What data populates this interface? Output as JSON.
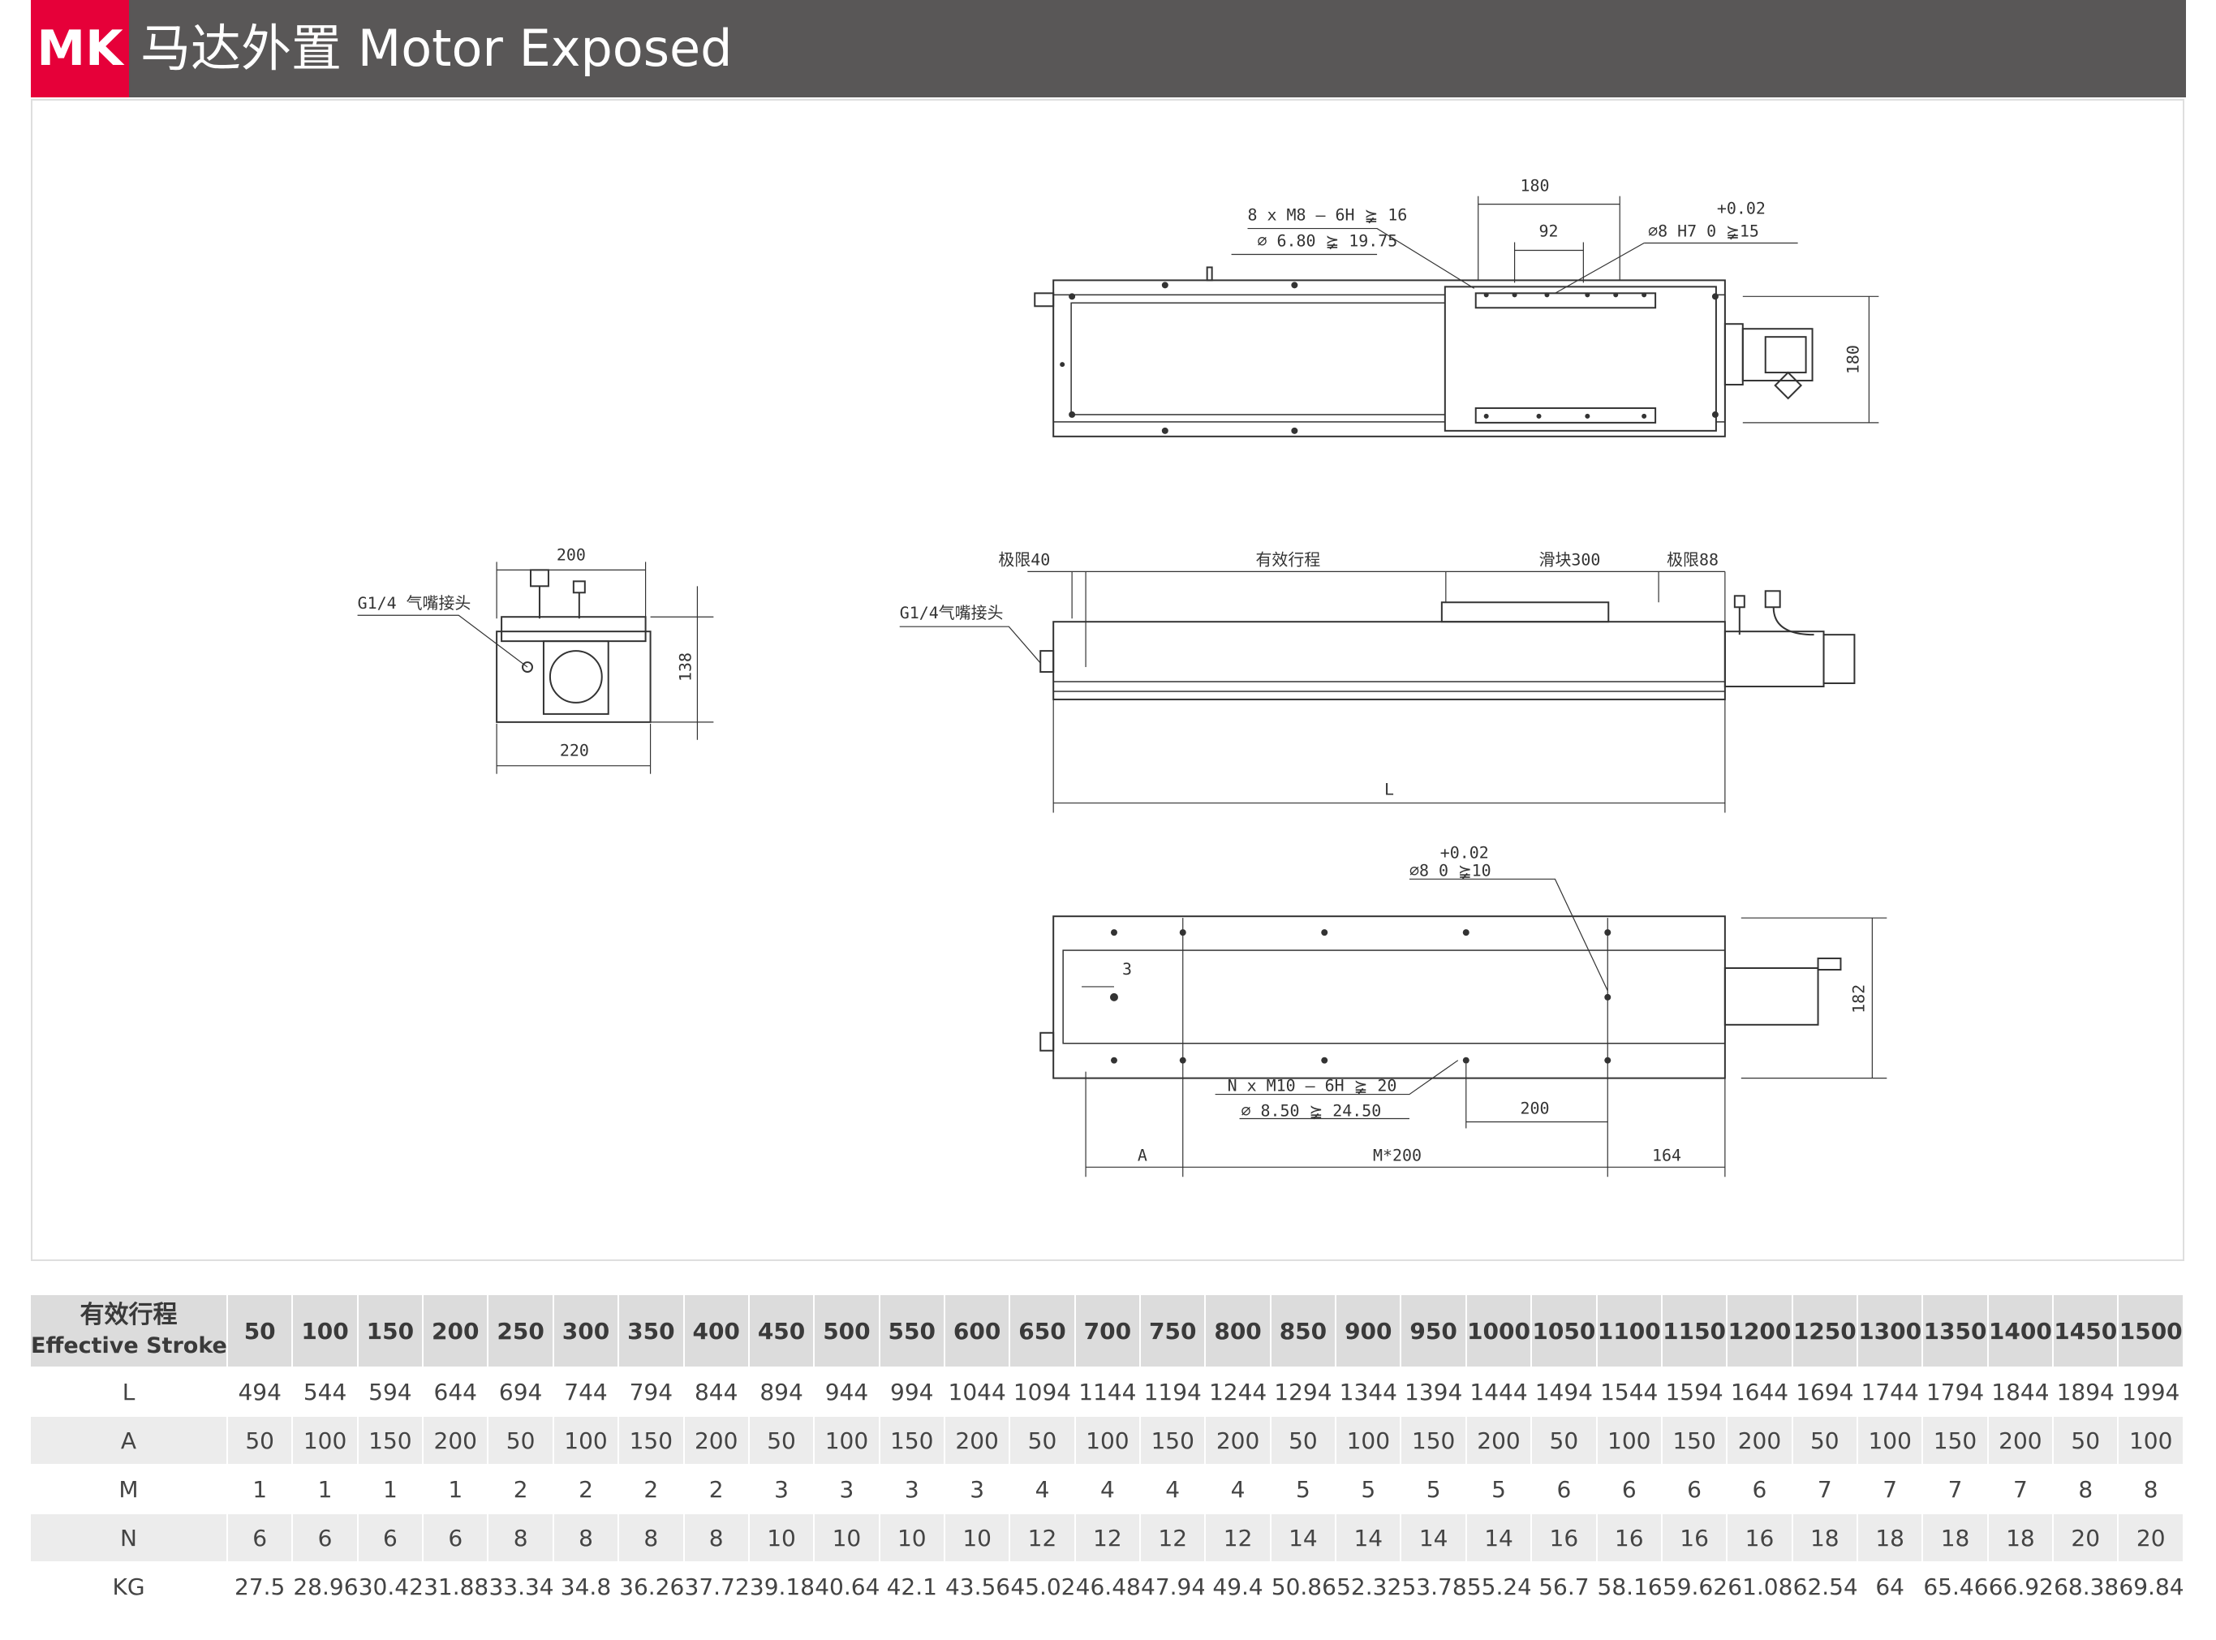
{
  "header": {
    "badge": "MK",
    "title": "马达外置 Motor Exposed"
  },
  "drawing": {
    "top_view": {
      "dim_180": "180",
      "dim_92": "92",
      "hole_spec_line1": "8 x  M8 — 6H ⪶ 16",
      "hole_spec_line2": "⌀ 6.80 ⪶ 19.75",
      "tol_upper": "+0.02",
      "pin_spec": "⌀8 H7  0    ⪶15",
      "height_180": "180"
    },
    "end_view": {
      "dim_200": "200",
      "dim_220": "220",
      "dim_138": "138",
      "air_label": "G1/4 气嘴接头"
    },
    "side_view": {
      "limit_left": "极限40",
      "stroke_label": "有效行程",
      "slider_label": "滑块300",
      "limit_right": "极限88",
      "air_label": "G1/4气嘴接头",
      "length_label": "L"
    },
    "bottom_view": {
      "tol_upper": "+0.02",
      "pin_spec": "⌀8  0   ⪶10",
      "dim_3": "3",
      "height_182": "182",
      "hole_spec_line1": "N x  M10 — 6H ⪶ 20",
      "hole_spec_line2": "⌀ 8.50 ⪶ 24.50",
      "dim_200": "200",
      "dim_A": "A",
      "dim_M200": "M*200",
      "dim_164": "164"
    }
  },
  "table": {
    "header_label_zh": "有效行程",
    "header_label_en": "Effective Stroke",
    "strokes": [
      "50",
      "100",
      "150",
      "200",
      "250",
      "300",
      "350",
      "400",
      "450",
      "500",
      "550",
      "600",
      "650",
      "700",
      "750",
      "800",
      "850",
      "900",
      "950",
      "1000",
      "1050",
      "1100",
      "1150",
      "1200",
      "1250",
      "1300",
      "1350",
      "1400",
      "1450",
      "1500"
    ],
    "rows": [
      {
        "label": "L",
        "values": [
          "494",
          "544",
          "594",
          "644",
          "694",
          "744",
          "794",
          "844",
          "894",
          "944",
          "994",
          "1044",
          "1094",
          "1144",
          "1194",
          "1244",
          "1294",
          "1344",
          "1394",
          "1444",
          "1494",
          "1544",
          "1594",
          "1644",
          "1694",
          "1744",
          "1794",
          "1844",
          "1894",
          "1994"
        ]
      },
      {
        "label": "A",
        "values": [
          "50",
          "100",
          "150",
          "200",
          "50",
          "100",
          "150",
          "200",
          "50",
          "100",
          "150",
          "200",
          "50",
          "100",
          "150",
          "200",
          "50",
          "100",
          "150",
          "200",
          "50",
          "100",
          "150",
          "200",
          "50",
          "100",
          "150",
          "200",
          "50",
          "100"
        ]
      },
      {
        "label": "M",
        "values": [
          "1",
          "1",
          "1",
          "1",
          "2",
          "2",
          "2",
          "2",
          "3",
          "3",
          "3",
          "3",
          "4",
          "4",
          "4",
          "4",
          "5",
          "5",
          "5",
          "5",
          "6",
          "6",
          "6",
          "6",
          "7",
          "7",
          "7",
          "7",
          "8",
          "8"
        ]
      },
      {
        "label": "N",
        "values": [
          "6",
          "6",
          "6",
          "6",
          "8",
          "8",
          "8",
          "8",
          "10",
          "10",
          "10",
          "10",
          "12",
          "12",
          "12",
          "12",
          "14",
          "14",
          "14",
          "14",
          "16",
          "16",
          "16",
          "16",
          "18",
          "18",
          "18",
          "18",
          "20",
          "20"
        ]
      },
      {
        "label": "KG",
        "values": [
          "27.5",
          "28.96",
          "30.42",
          "31.88",
          "33.34",
          "34.8",
          "36.26",
          "37.72",
          "39.18",
          "40.64",
          "42.1",
          "43.56",
          "45.02",
          "46.48",
          "47.94",
          "49.4",
          "50.86",
          "52.32",
          "53.78",
          "55.24",
          "56.7",
          "58.16",
          "59.62",
          "61.08",
          "62.54",
          "64",
          "65.46",
          "66.92",
          "68.38",
          "69.84"
        ]
      }
    ]
  }
}
